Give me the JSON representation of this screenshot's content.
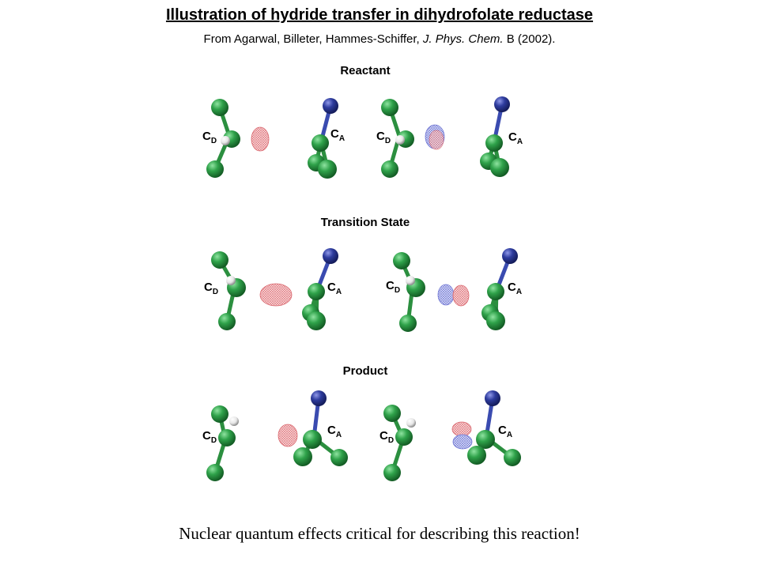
{
  "title": "Illustration of hydride transfer in dihydrofolate reductase",
  "citation": {
    "authors": "From Agarwal, Billeter, Hammes-Schiffer,",
    "journal": "J. Phys. Chem.",
    "rest": "B (2002)."
  },
  "figure": {
    "rows": [
      {
        "label": "Reactant",
        "panels": [
          {
            "donor_label": "C",
            "donor_sub": "D",
            "acceptor_label": "C",
            "acceptor_sub": "A",
            "orbital": "red"
          },
          {
            "donor_label": "C",
            "donor_sub": "D",
            "acceptor_label": "C",
            "acceptor_sub": "A",
            "orbital": "red-blue"
          }
        ]
      },
      {
        "label": "Transition State",
        "panels": [
          {
            "donor_label": "C",
            "donor_sub": "D",
            "acceptor_label": "C",
            "acceptor_sub": "A",
            "orbital": "red-wide"
          },
          {
            "donor_label": "C",
            "donor_sub": "D",
            "acceptor_label": "C",
            "acceptor_sub": "A",
            "orbital": "blue-red"
          }
        ]
      },
      {
        "label": "Product",
        "panels": [
          {
            "donor_label": "C",
            "donor_sub": "D",
            "acceptor_label": "C",
            "acceptor_sub": "A",
            "orbital": "red"
          },
          {
            "donor_label": "C",
            "donor_sub": "D",
            "acceptor_label": "C",
            "acceptor_sub": "A",
            "orbital": "red-over-blue"
          }
        ]
      }
    ],
    "colors": {
      "carbon": "#2fa24a",
      "nitrogen": "#2e3c9e",
      "hydrogen": "#f2f2f2",
      "density_red": "#e5868a",
      "density_blue": "#8a90dc"
    }
  },
  "caption": "Nuclear quantum effects critical for describing this reaction!"
}
